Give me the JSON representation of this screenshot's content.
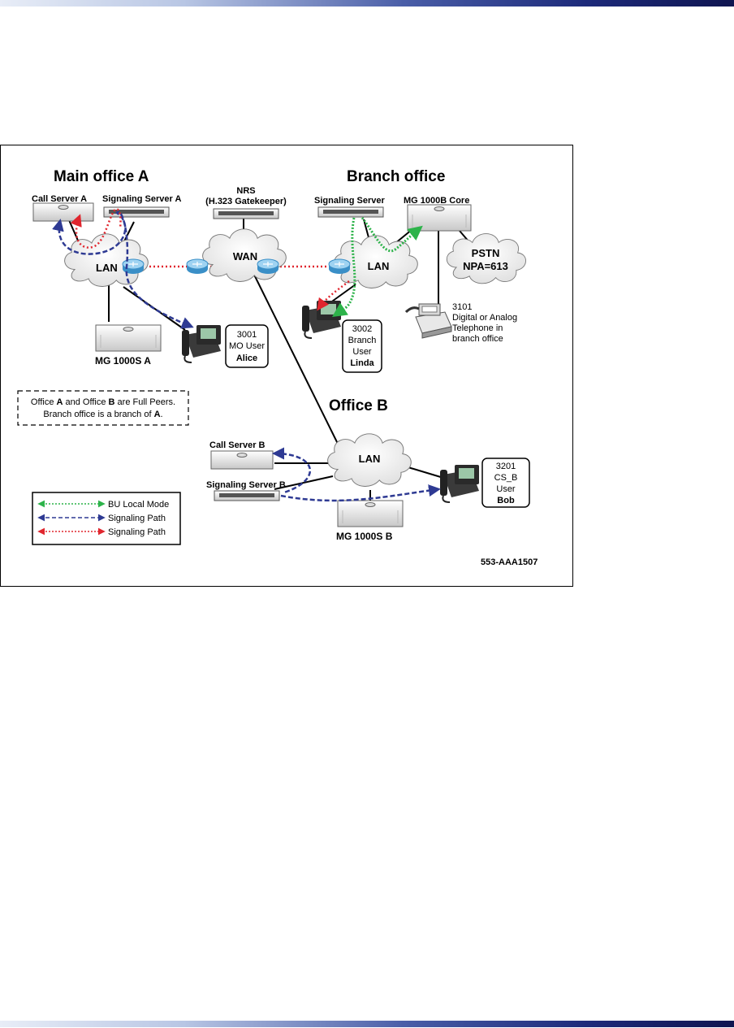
{
  "offices": {
    "main": "Main office A",
    "branch": "Branch office",
    "office_b": "Office B"
  },
  "devices": {
    "call_server_a": "Call Server A",
    "signaling_server_a": "Signaling Server A",
    "nrs_line1": "NRS",
    "nrs_line2": "(H.323 Gatekeeper)",
    "signaling_server": "Signaling Server",
    "mg1000b_core": "MG 1000B Core",
    "mg1000s_a": "MG 1000S A",
    "call_server_b": "Call Server B",
    "signaling_server_b": "Signaling Server B",
    "mg1000s_b": "MG 1000S B"
  },
  "clouds": {
    "lan_a": "LAN",
    "wan": "WAN",
    "lan_branch": "LAN",
    "lan_b": "LAN",
    "pstn_line1": "PSTN",
    "pstn_line2": "NPA=613"
  },
  "users": {
    "alice": {
      "line1": "3001",
      "line2": "MO User",
      "name": "Alice"
    },
    "linda": {
      "line1": "3002",
      "line2": "Branch",
      "line3": "User",
      "name": "Linda"
    },
    "bob": {
      "line1": "3201",
      "line2": "CS_B",
      "line3": "User",
      "name": "Bob"
    },
    "analog": {
      "line1": "3101",
      "line2": "Digital or Analog",
      "line3": "Telephone in",
      "line4": "branch office"
    }
  },
  "peers_note": {
    "part1": "Office ",
    "a": "A",
    "part2": " and Office ",
    "b": "B",
    "part3": " are Full Peers.",
    "line2a": "Branch office is a branch of ",
    "line2b": "A",
    "line2c": "."
  },
  "legend": [
    {
      "label": "BU Local Mode",
      "color": "#2db34a"
    },
    {
      "label": "Signaling Path",
      "color": "#2e3a93"
    },
    {
      "label": "Signaling Path",
      "color": "#e0262e"
    }
  ],
  "figure_id": "553-AAA1507",
  "colors": {
    "green": "#2db34a",
    "blue": "#2e3a93",
    "red": "#e0262e",
    "router": "#6fb3e0"
  }
}
